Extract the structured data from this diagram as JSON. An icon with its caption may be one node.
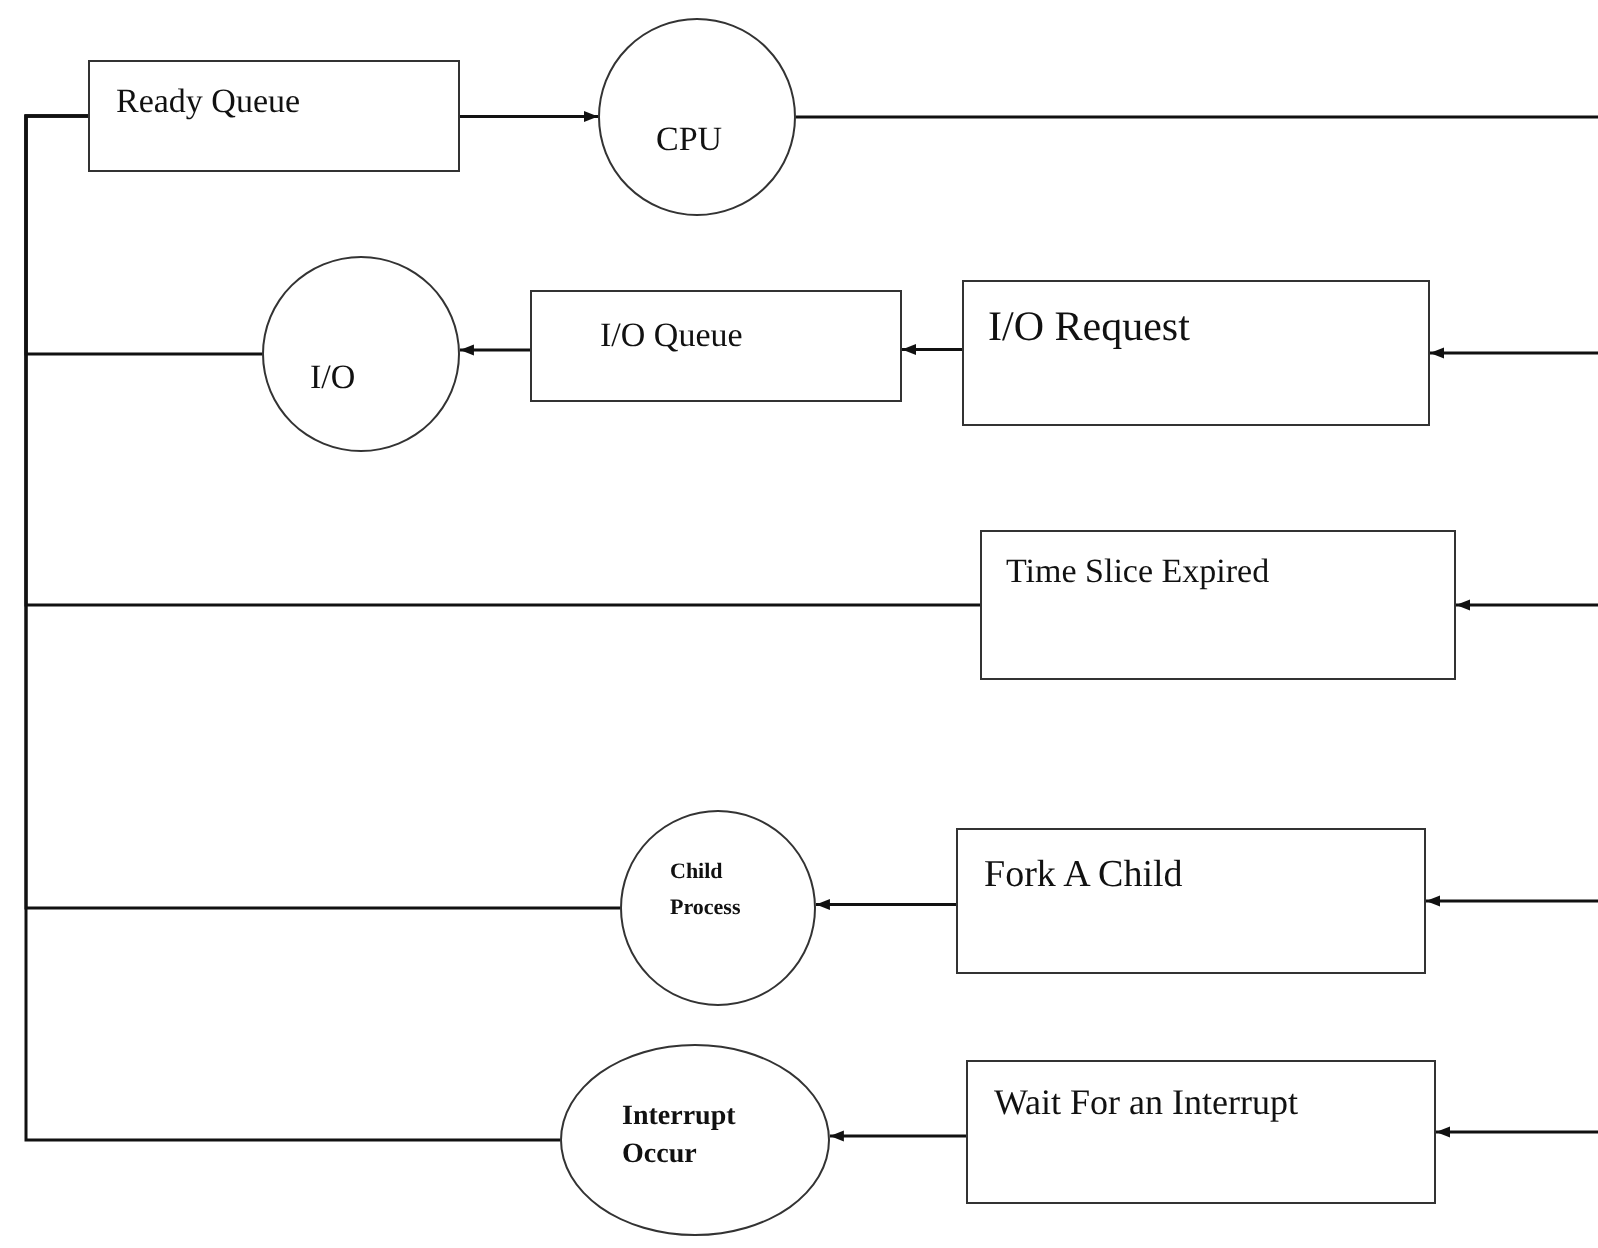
{
  "diagram": {
    "nodes": [
      {
        "text": [
          "Ready Queue"
        ]
      },
      {
        "text": [
          "CPU"
        ]
      },
      {
        "text": [
          "I/O"
        ]
      },
      {
        "text": [
          "I/O Queue"
        ]
      },
      {
        "text": [
          "I/O Request"
        ]
      },
      {
        "text": [
          "Time Slice Expired"
        ]
      },
      {
        "text": [
          "Child Process"
        ]
      },
      {
        "text": [
          "Fork A Child"
        ]
      },
      {
        "text": [
          "Interrupt Occur"
        ]
      },
      {
        "text": [
          "Wait For an Interrupt"
        ]
      }
    ],
    "edges": [
      {
        "from": 0,
        "to": 1,
        "arrow": "to"
      },
      {
        "from": 1,
        "to": null,
        "arrow": "none"
      },
      {
        "from": null,
        "to": 4,
        "arrow": "to"
      },
      {
        "from": 4,
        "to": 3,
        "arrow": "to"
      },
      {
        "from": 3,
        "to": 2,
        "arrow": "to"
      },
      {
        "from": 2,
        "to": 0,
        "arrow": "none"
      },
      {
        "from": null,
        "to": 5,
        "arrow": "to"
      },
      {
        "from": 5,
        "to": 0,
        "arrow": "none"
      },
      {
        "from": null,
        "to": 7,
        "arrow": "to"
      },
      {
        "from": 7,
        "to": 6,
        "arrow": "to"
      },
      {
        "from": 6,
        "to": 0,
        "arrow": "none"
      },
      {
        "from": null,
        "to": 9,
        "arrow": "to"
      },
      {
        "from": 9,
        "to": 8,
        "arrow": "to"
      },
      {
        "from": 8,
        "to": 0,
        "arrow": "none"
      }
    ]
  }
}
